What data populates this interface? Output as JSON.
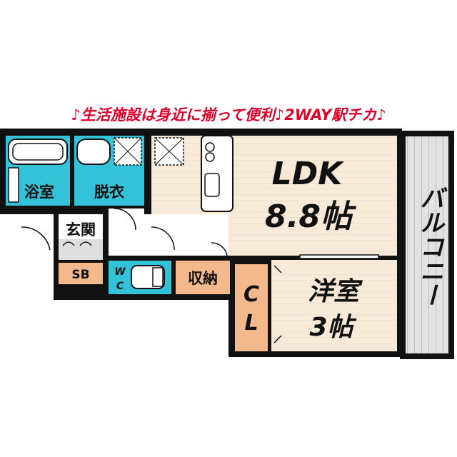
{
  "slogan": "♪生活施設は身近に揃って便利♪2WAY駅チカ♪",
  "rooms": {
    "ldk_name": "LDK",
    "ldk_size": "8.8帖",
    "western_name": "洋室",
    "western_size": "3帖",
    "bath": "浴室",
    "dressing": "脱衣",
    "entrance": "玄関",
    "shoe_box": "SB",
    "wc_w": "W",
    "wc_c": "C",
    "storage": "収納",
    "closet_c": "C",
    "closet_l": "L",
    "balcony": "バルコニー"
  },
  "colors": {
    "slogan": "#e0002a",
    "ldk_floor": "#f7ead8",
    "wet_area": "#34c2d8",
    "storage": "#f3b98c",
    "wall": "#111111",
    "balcony": "#cfcfcf"
  }
}
